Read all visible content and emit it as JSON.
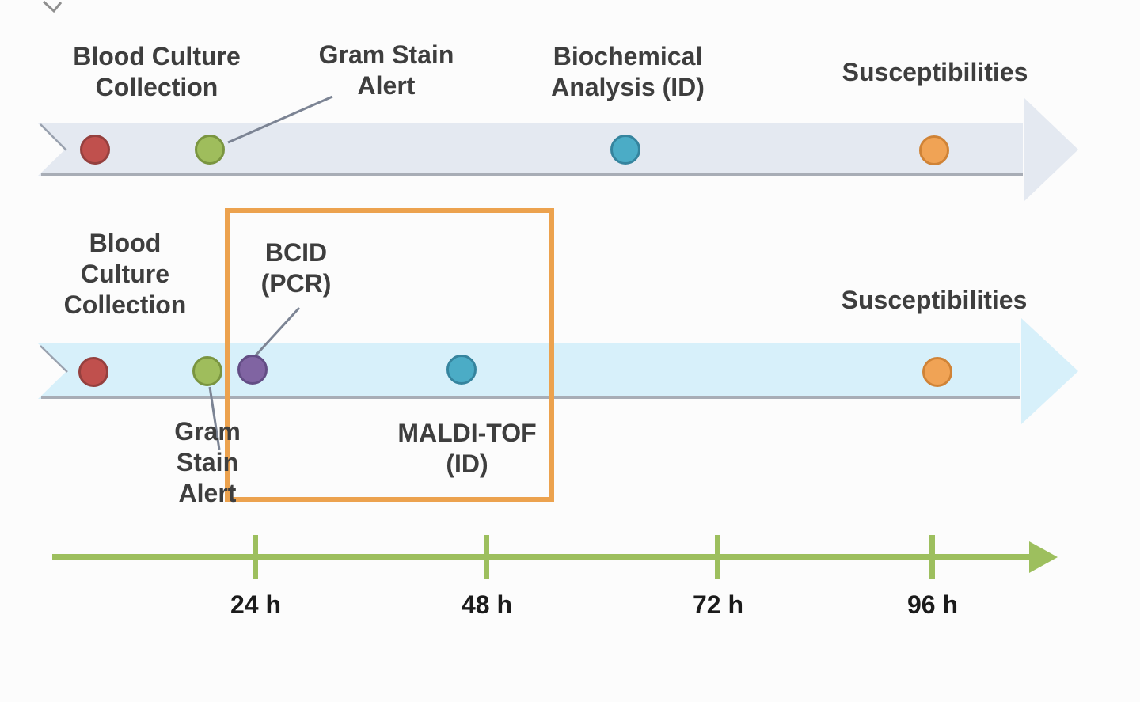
{
  "diagram": {
    "description_colors": {
      "top_band": "#e4e9f1",
      "bottom_band": "#d7f0fa",
      "band_bottom_edge": "#a8adb6",
      "highlight_box": "#eca24e",
      "axis_green": "#9dbf5e",
      "leader_line": "#7c8494",
      "dot_blood_culture_collection": "#c0504d",
      "dot_gram_stain_alert": "#9fbd5c",
      "dot_bcid_pcr": "#8064a2",
      "dot_id_analysis": "#4bacc6",
      "dot_susceptibilities": "#f0a355"
    }
  },
  "top_timeline": {
    "labels": {
      "blood_culture": {
        "line1": "Blood Culture",
        "line2": "Collection"
      },
      "gram_stain": {
        "line1": "Gram Stain",
        "line2": "Alert"
      },
      "biochemical": {
        "line1": "Biochemical",
        "line2": "Analysis (ID)"
      },
      "susceptibilities": {
        "line1": "Susceptibilities"
      }
    }
  },
  "bottom_timeline": {
    "labels": {
      "blood_culture": {
        "line1": "Blood",
        "line2": "Culture",
        "line3": "Collection"
      },
      "bcid": {
        "line1": "BCID",
        "line2": "(PCR)"
      },
      "gram_stain": {
        "line1": "Gram",
        "line2": "Stain",
        "line3": "Alert"
      },
      "maldi": {
        "line1": "MALDI-TOF",
        "line2": "(ID)"
      },
      "susceptibilities": {
        "line1": "Susceptibilities"
      }
    }
  },
  "axis": {
    "tick_labels": [
      "24 h",
      "48 h",
      "72 h",
      "96 h"
    ]
  }
}
